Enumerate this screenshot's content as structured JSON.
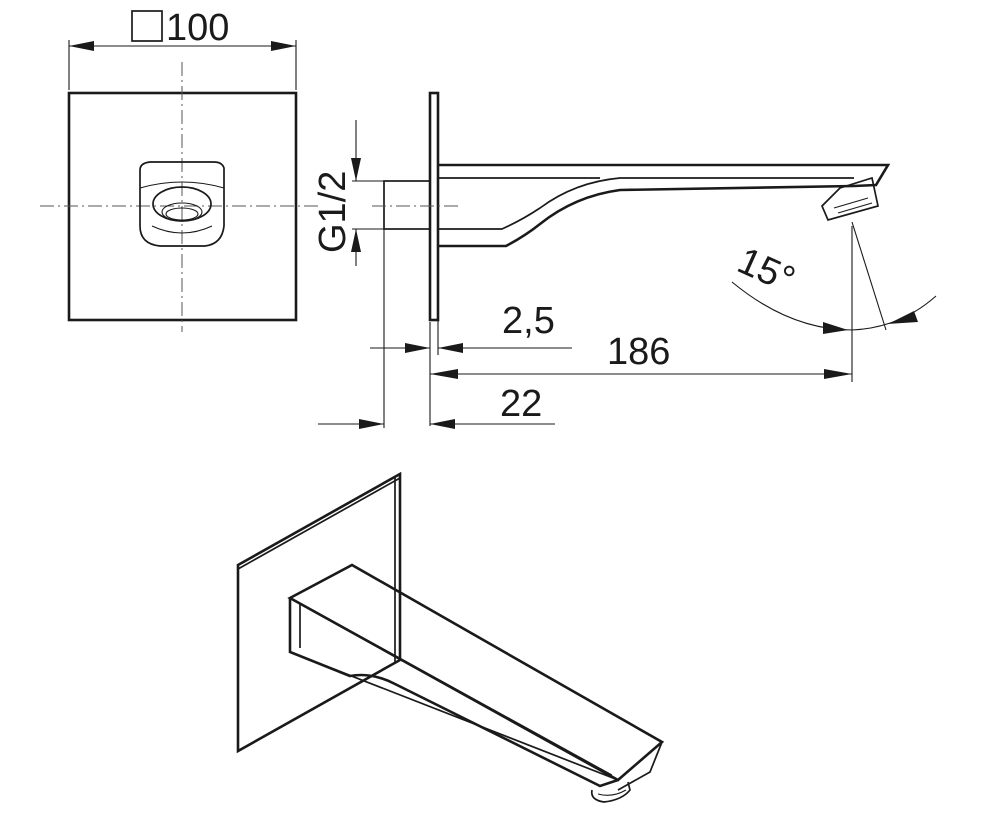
{
  "dimensions": {
    "plate_size": "100",
    "thread": "G1/2",
    "plate_thickness": "2,5",
    "projection": "186",
    "connection_length": "22",
    "angle": "15°"
  }
}
